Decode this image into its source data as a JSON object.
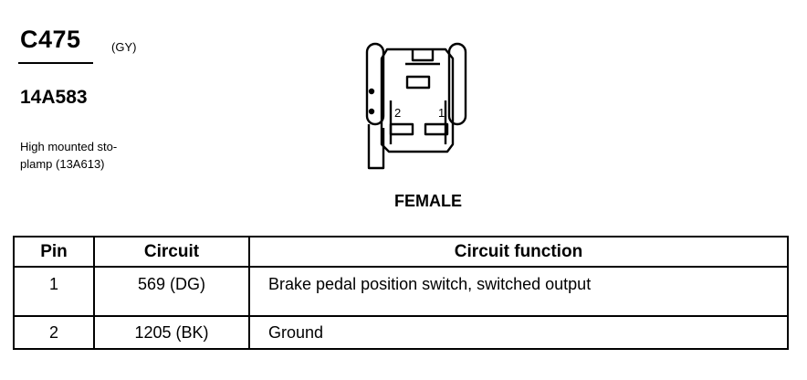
{
  "connector": {
    "id": "C475",
    "color_code": "(GY)",
    "part_number": "14A583",
    "description_lines": [
      "High mounted sto-",
      "plamp (13A613)"
    ],
    "pin_labels": [
      "2",
      "1"
    ],
    "gender": "FEMALE"
  },
  "table": {
    "headers": [
      "Pin",
      "Circuit",
      "Circuit function"
    ],
    "rows": [
      {
        "pin": "1",
        "circuit": "569 (DG)",
        "function": "Brake pedal position switch, switched output"
      },
      {
        "pin": "2",
        "circuit": "1205 (BK)",
        "function": "Ground"
      }
    ]
  }
}
